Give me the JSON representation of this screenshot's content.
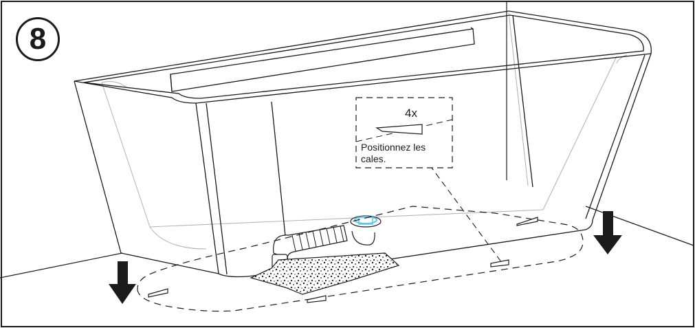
{
  "step": {
    "number": "8"
  },
  "callout": {
    "count": "4x",
    "instruction": "Positionnez les cales."
  },
  "colors": {
    "line": "#1a1a1a",
    "ghost_line": "#b5b5b5",
    "arrow": "#1a1a1a",
    "drain_highlight": "#5cc8e8"
  },
  "icons": [
    "down-arrow-icon",
    "shim-wedge-icon",
    "drain-icon"
  ]
}
